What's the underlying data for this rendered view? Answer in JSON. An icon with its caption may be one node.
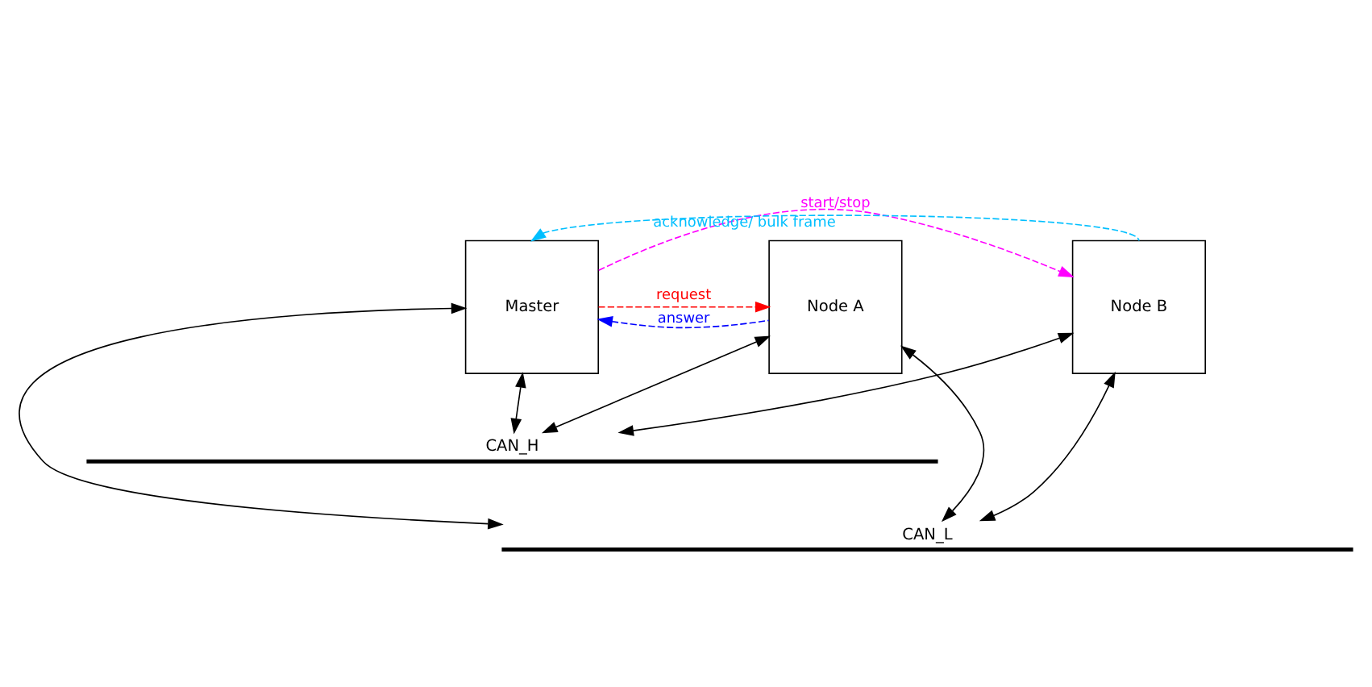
{
  "diagram": {
    "nodes": [
      {
        "text": [
          "Master"
        ]
      },
      {
        "text": [
          "Node A"
        ]
      },
      {
        "text": [
          "Node B"
        ]
      },
      {
        "text": [
          "CAN_H"
        ]
      },
      {
        "text": [
          "CAN_L"
        ]
      }
    ],
    "edges": [
      {
        "from": 0,
        "to": 2,
        "arrow": "to",
        "label": "start/stop",
        "style": "dashed",
        "color": "#ff00ff"
      },
      {
        "from": 2,
        "to": 0,
        "arrow": "to",
        "label": "acknowledge/ bulk frame",
        "style": "dashed",
        "color": "#00bfff"
      },
      {
        "from": 0,
        "to": 1,
        "arrow": "to",
        "label": "request",
        "style": "dashed",
        "color": "#ff0000"
      },
      {
        "from": 1,
        "to": 0,
        "arrow": "to",
        "label": "answer",
        "style": "dashed",
        "color": "#0000ff"
      },
      {
        "from": 0,
        "to": 3,
        "arrow": "both"
      },
      {
        "from": 0,
        "to": 4,
        "arrow": "both"
      },
      {
        "from": 1,
        "to": 3,
        "arrow": "both"
      },
      {
        "from": 1,
        "to": 4,
        "arrow": "both"
      },
      {
        "from": 2,
        "to": 3,
        "arrow": "both"
      },
      {
        "from": 2,
        "to": 4,
        "arrow": "both"
      }
    ]
  }
}
